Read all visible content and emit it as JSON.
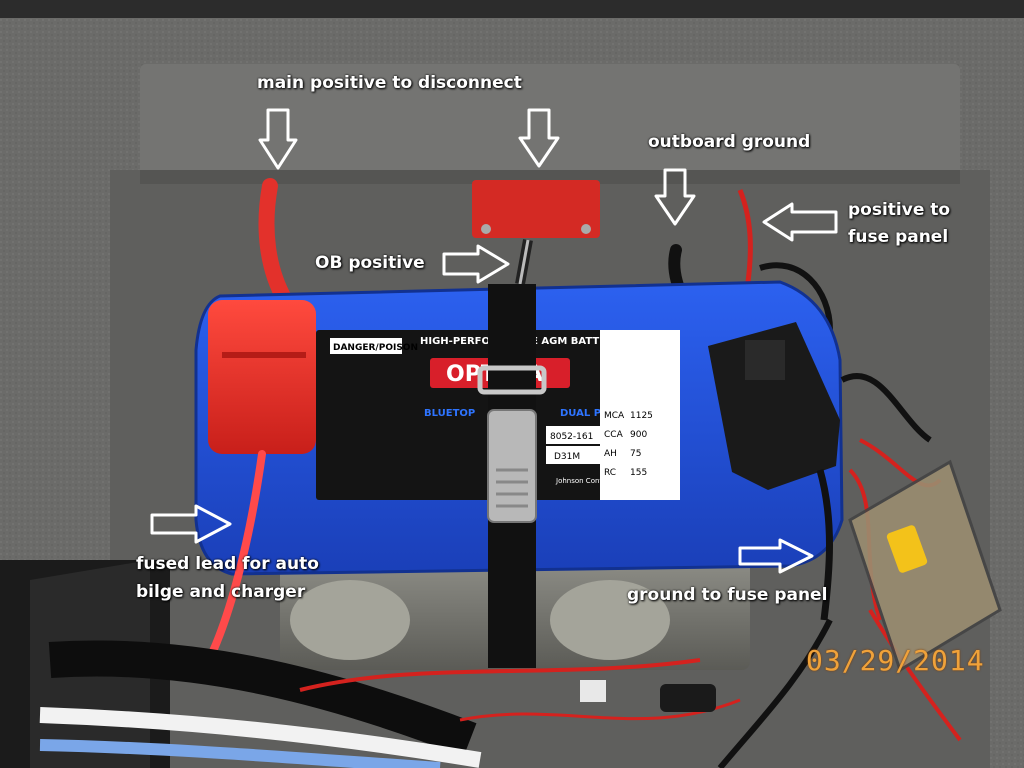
{
  "annotations": {
    "main_positive": "main positive to disconnect",
    "outboard_ground": "outboard ground",
    "positive_fuse_line1": "positive to",
    "positive_fuse_line2": "fuse panel",
    "ob_positive": "OB positive",
    "fused_lead_line1": "fused lead for auto",
    "fused_lead_line2": "bilge and charger",
    "ground_fuse": "ground to fuse panel"
  },
  "battery": {
    "brand": "OPTIMA",
    "header": "HIGH-PERFORMANCE AGM BATTERY",
    "series": "BLUETOP",
    "purpose": "DUAL PURPOSE",
    "warning": "DANGER/POISON",
    "model": "8052-161",
    "group": "D31M",
    "maker": "Johnson Controls",
    "ratings": [
      {
        "key": "MCA",
        "value": "1125"
      },
      {
        "key": "CCA",
        "value": "900"
      },
      {
        "key": "AH",
        "value": "75"
      },
      {
        "key": "RC",
        "value": "155"
      }
    ]
  },
  "date_stamp": "03/29/2014",
  "colors": {
    "carpet": "#6f6f6d",
    "battery_blue": "#1f4fd6",
    "label_black": "#141414",
    "terminal_red": "#e0302a",
    "annotation_text": "#ffffff",
    "date_stamp": "#f0a23a"
  }
}
